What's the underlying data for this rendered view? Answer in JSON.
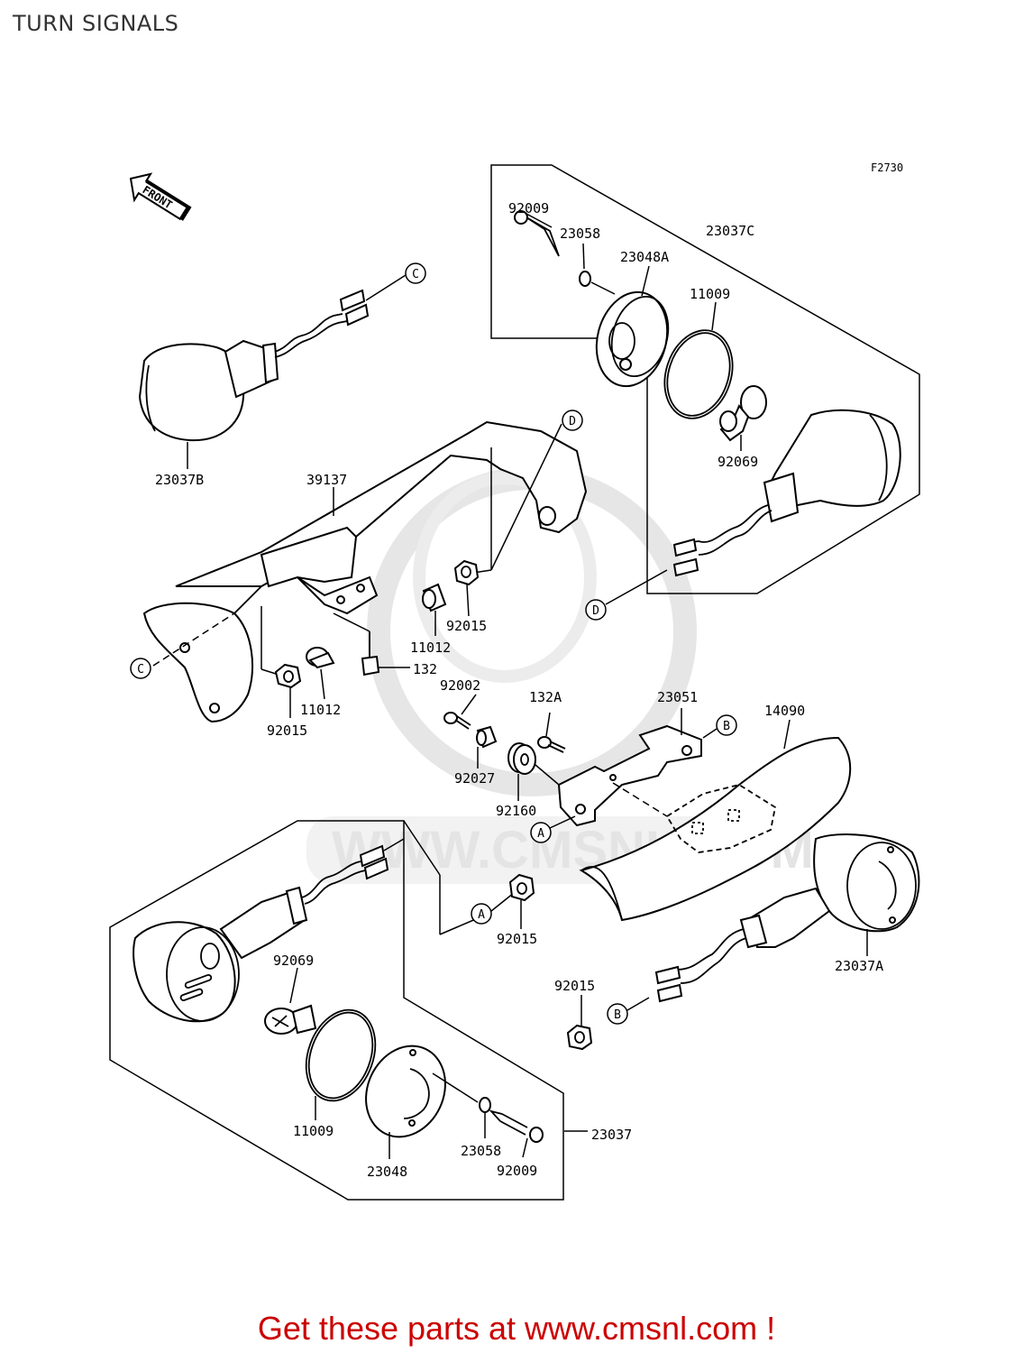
{
  "header": {
    "title": "TURN SIGNALS"
  },
  "figure": {
    "code": "F2730",
    "front_label": "FRONT"
  },
  "watermark": {
    "text": "WWW.CMSNL.COM"
  },
  "callouts": {
    "a": "A",
    "b": "B",
    "c": "C",
    "d": "D"
  },
  "parts": [
    "92009",
    "23058",
    "23048A",
    "23037C",
    "11009",
    "92069",
    "23037B",
    "39137",
    "11012",
    "92015",
    "132",
    "11012",
    "92015",
    "92002",
    "132A",
    "23051",
    "14090",
    "92027",
    "92160",
    "92015",
    "23037A",
    "92069",
    "92015",
    "11009",
    "23058",
    "23048",
    "92009",
    "23037"
  ],
  "footer": {
    "link_text": "Get these parts at www.cmsnl.com !",
    "link_color": "#cc0000"
  },
  "colors": {
    "title_text": "#333333",
    "line": "#000000",
    "watermark": "#e4e4e4"
  }
}
